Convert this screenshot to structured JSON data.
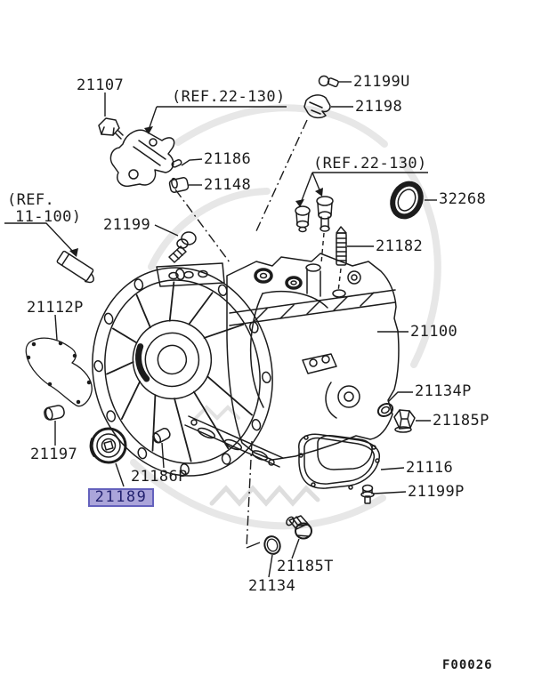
{
  "diagram": {
    "figure_code": "F00026",
    "ink_color": "#1c1c1c",
    "background_color": "#ffffff",
    "highlighted_part": "21189",
    "highlight": {
      "fill": "#aba5da",
      "border": "#6461bd",
      "text": "#232270"
    },
    "references": {
      "engine_mount_top": "(REF.22-130)",
      "engine_mount_middle": "(REF.22-130)",
      "sealant_line1": "(REF.",
      "sealant_line2": "11-100)"
    },
    "parts": {
      "p21107": "21107",
      "p21199u": "21199U",
      "p21198": "21198",
      "p21186": "21186",
      "p21148": "21148",
      "p32268": "32268",
      "p21199": "21199",
      "p21182": "21182",
      "p21112p": "21112P",
      "p21100": "21100",
      "p21134p": "21134P",
      "p21185p": "21185P",
      "p21197": "21197",
      "p21186p": "21186P",
      "p21189": "21189",
      "p21116": "21116",
      "p21199p": "21199P",
      "p21185t": "21185T",
      "p21134": "21134"
    }
  }
}
